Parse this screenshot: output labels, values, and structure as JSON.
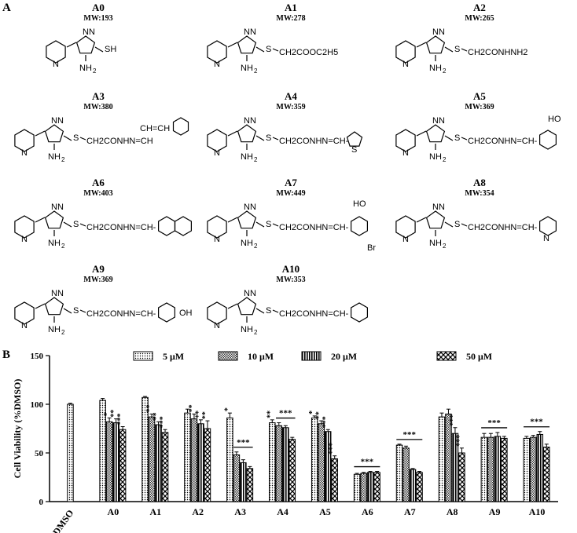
{
  "panels": {
    "a": "A",
    "b": "B"
  },
  "compounds": [
    {
      "id": "A0",
      "mw": "MW:193",
      "subst": "",
      "tail": "SH"
    },
    {
      "id": "A1",
      "mw": "MW:278",
      "subst": "S",
      "tail": "CH2COOC2H5"
    },
    {
      "id": "A2",
      "mw": "MW:265",
      "subst": "S",
      "tail": "CH2CONHNH2"
    },
    {
      "id": "A3",
      "mw": "MW:380",
      "subst": "S",
      "tail": "CH2CONHN=CH-CH=CH-Ph"
    },
    {
      "id": "A4",
      "mw": "MW:359",
      "subst": "S",
      "tail": "CH2CONHN=CH-thienyl"
    },
    {
      "id": "A5",
      "mw": "MW:369",
      "subst": "S",
      "tail": "CH2CONHN=CH-(2-HO-Ph)"
    },
    {
      "id": "A6",
      "mw": "MW:403",
      "subst": "S",
      "tail": "CH2CONHN=CH-naphthyl"
    },
    {
      "id": "A7",
      "mw": "MW:449",
      "subst": "S",
      "tail": "CH2CONHN=CH-(2-HO-5-Br-Ph)"
    },
    {
      "id": "A8",
      "mw": "MW:354",
      "subst": "S",
      "tail": "CH2CONHN=CH-pyridyl"
    },
    {
      "id": "A9",
      "mw": "MW:369",
      "subst": "S",
      "tail": "CH2CONHN=CH-(4-HO-Ph)"
    },
    {
      "id": "A10",
      "mw": "MW:353",
      "subst": "S",
      "tail": "CH2CONHN=CH-Ph"
    }
  ],
  "chem_text": {
    "sh": "SH",
    "s": "S",
    "nh2": "NH",
    "two": "2",
    "n": "N",
    "a1_tail": "CH2COOC2H5",
    "a2_tail": "CH2CONHNH2",
    "hydrazone": "CH2CONHN=CH",
    "hydrazone_dash": "CH2CONHN=CH-",
    "a3_tail": "CH2CONHN=CH",
    "a3_mid": "CH=CH",
    "ho": "HO",
    "oh": "OH",
    "br": "Br",
    "ring_s": "S"
  },
  "chart_data": {
    "type": "bar",
    "ylabel": "Cell Viability (%DMSO)",
    "xlabel": "",
    "ylim": [
      0,
      150
    ],
    "yticks": [
      0,
      50,
      100,
      150
    ],
    "categories": [
      "DMSO",
      "A0",
      "A1",
      "A2",
      "A3",
      "A4",
      "A5",
      "A6",
      "A7",
      "A8",
      "A9",
      "A10"
    ],
    "legend_position": "top",
    "series": [
      {
        "name": "5 μM",
        "values": [
          100,
          104,
          107,
          91,
          86,
          81,
          86,
          28,
          58,
          87,
          66,
          65
        ],
        "errors": [
          1,
          2,
          1,
          4,
          5,
          3,
          2,
          1,
          1,
          4,
          4,
          2
        ]
      },
      {
        "name": "10 μM",
        "values": [
          null,
          82,
          87,
          85,
          48,
          78,
          80,
          29,
          55,
          90,
          66,
          66
        ],
        "errors": [
          null,
          4,
          3,
          5,
          3,
          3,
          3,
          1,
          2,
          5,
          4,
          2
        ]
      },
      {
        "name": "20 μM",
        "values": [
          null,
          81,
          79,
          80,
          40,
          76,
          72,
          30,
          33,
          70,
          67,
          69
        ],
        "errors": [
          null,
          4,
          3,
          4,
          3,
          2,
          2,
          1,
          1,
          6,
          4,
          3
        ]
      },
      {
        "name": "50 μM",
        "values": [
          null,
          74,
          71,
          75,
          34,
          64,
          44,
          30,
          30,
          50,
          65,
          56
        ],
        "errors": [
          null,
          3,
          3,
          8,
          2,
          2,
          3,
          1,
          1,
          5,
          2,
          3
        ]
      }
    ],
    "annotations": [
      {
        "category": "A0",
        "series": 1,
        "text": "*"
      },
      {
        "category": "A0",
        "series": 2,
        "text": "**"
      },
      {
        "category": "A0",
        "series": 3,
        "text": "***"
      },
      {
        "category": "A1",
        "series": 1,
        "text": "**"
      },
      {
        "category": "A1",
        "series": 2,
        "text": "**"
      },
      {
        "category": "A1",
        "series": 3,
        "text": "***"
      },
      {
        "category": "A2",
        "series": 1,
        "text": "**"
      },
      {
        "category": "A2",
        "series": 2,
        "text": "**"
      },
      {
        "category": "A2",
        "series": 3,
        "text": "**"
      },
      {
        "category": "A3",
        "series": 0,
        "text": "*"
      },
      {
        "category": "A4",
        "series": 0,
        "text": "**"
      },
      {
        "category": "A5",
        "series": 0,
        "text": "*"
      },
      {
        "category": "A5",
        "series": 1,
        "text": "**"
      },
      {
        "category": "A5",
        "series": 2,
        "text": "***"
      },
      {
        "category": "A5",
        "series": 3,
        "text": "***"
      },
      {
        "category": "A8",
        "series": 2,
        "text": "***"
      },
      {
        "category": "A8",
        "series": 3,
        "text": "***"
      }
    ],
    "group_annotations": [
      {
        "category": "A3",
        "from": 1,
        "to": 3,
        "text": "***"
      },
      {
        "category": "A4",
        "from": 1,
        "to": 3,
        "text": "***"
      },
      {
        "category": "A6",
        "from": 0,
        "to": 3,
        "text": "***"
      },
      {
        "category": "A7",
        "from": 0,
        "to": 3,
        "text": "***"
      },
      {
        "category": "A9",
        "from": 0,
        "to": 3,
        "text": "***"
      },
      {
        "category": "A10",
        "from": 0,
        "to": 3,
        "text": "***"
      }
    ]
  }
}
